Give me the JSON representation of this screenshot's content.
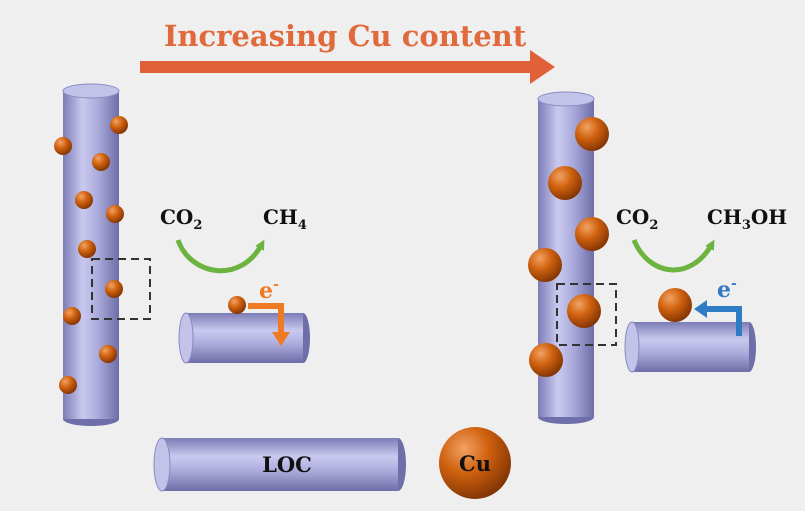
{
  "title": "Increasing Cu content",
  "left_reaction": {
    "reactant": "CO",
    "reactant_sub": "2",
    "product": "CH",
    "product_sub": "4"
  },
  "right_reaction": {
    "reactant": "CO",
    "reactant_sub": "2",
    "product_pre": "CH",
    "product_sub": "3",
    "product_post": "OH"
  },
  "electron": {
    "symbol": "e",
    "charge": "-"
  },
  "legend": {
    "rod_label": "LOC",
    "particle_label": "Cu"
  },
  "colors": {
    "background": "#efefef",
    "title": "#e06a3c",
    "title_arrow": "#e0603a",
    "rod": "#a9a9d8",
    "copper": "#c85a10",
    "green_arrow": "#6db33f",
    "orange_electron": "#f07a22",
    "blue_electron": "#2f7bc4"
  }
}
